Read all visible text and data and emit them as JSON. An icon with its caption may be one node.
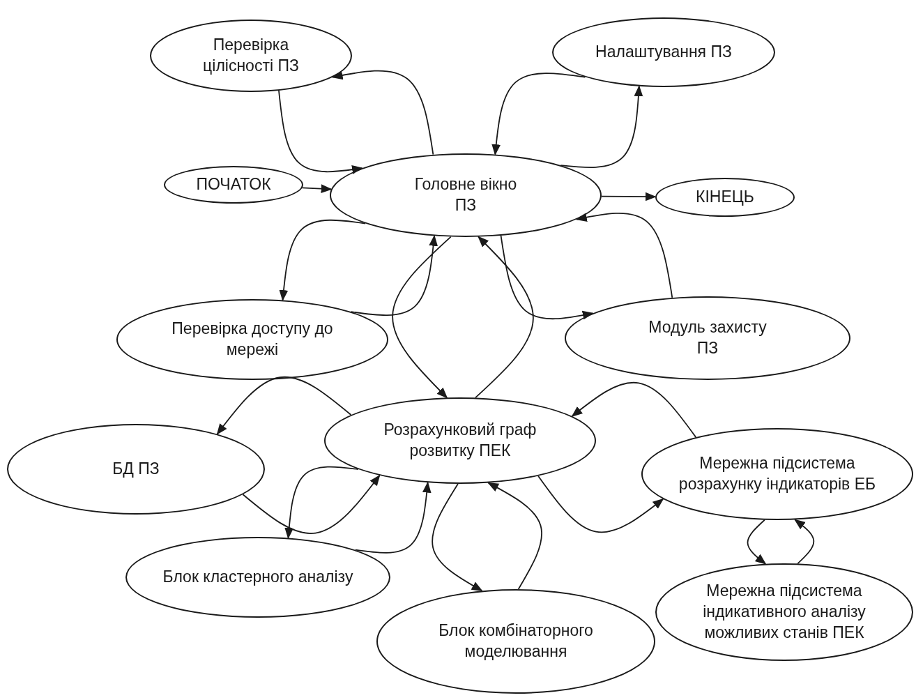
{
  "diagram": {
    "nodes": [
      {
        "text": [
          "Перевірка цілісності ПЗ"
        ]
      },
      {
        "text": [
          "Налаштування ПЗ"
        ]
      },
      {
        "text": [
          "ПОЧАТОК"
        ]
      },
      {
        "text": [
          "Головне вікно ПЗ"
        ]
      },
      {
        "text": [
          "КІНЕЦЬ"
        ]
      },
      {
        "text": [
          "Перевірка доступу до мережі"
        ]
      },
      {
        "text": [
          "Модуль захисту ПЗ"
        ]
      },
      {
        "text": [
          "Розрахунковий граф розвитку ПЕК"
        ]
      },
      {
        "text": [
          "БД ПЗ"
        ]
      },
      {
        "text": [
          "Мережна підсистема розрахунку індикаторів ЕБ"
        ]
      },
      {
        "text": [
          "Блок кластерного аналізу"
        ]
      },
      {
        "text": [
          "Блок комбінаторного моделювання"
        ]
      },
      {
        "text": [
          "Мережна підсистема індикативного аналізу можливих станів ПЕК"
        ]
      }
    ],
    "edges": [
      {
        "from": 3,
        "to": 0,
        "arrow": "to"
      },
      {
        "from": 0,
        "to": 3,
        "arrow": "to"
      },
      {
        "from": 3,
        "to": 1,
        "arrow": "to"
      },
      {
        "from": 1,
        "to": 3,
        "arrow": "to"
      },
      {
        "from": 2,
        "to": 3,
        "arrow": "to"
      },
      {
        "from": 3,
        "to": 4,
        "arrow": "to"
      },
      {
        "from": 3,
        "to": 5,
        "arrow": "to"
      },
      {
        "from": 5,
        "to": 3,
        "arrow": "to"
      },
      {
        "from": 3,
        "to": 6,
        "arrow": "to"
      },
      {
        "from": 6,
        "to": 3,
        "arrow": "to"
      },
      {
        "from": 3,
        "to": 7,
        "arrow": "to"
      },
      {
        "from": 7,
        "to": 3,
        "arrow": "to"
      },
      {
        "from": 7,
        "to": 8,
        "arrow": "to"
      },
      {
        "from": 8,
        "to": 7,
        "arrow": "to"
      },
      {
        "from": 7,
        "to": 10,
        "arrow": "to"
      },
      {
        "from": 10,
        "to": 7,
        "arrow": "to"
      },
      {
        "from": 7,
        "to": 11,
        "arrow": "to"
      },
      {
        "from": 11,
        "to": 7,
        "arrow": "to"
      },
      {
        "from": 7,
        "to": 9,
        "arrow": "to"
      },
      {
        "from": 9,
        "to": 7,
        "arrow": "to"
      },
      {
        "from": 9,
        "to": 12,
        "arrow": "to"
      },
      {
        "from": 12,
        "to": 9,
        "arrow": "to"
      }
    ]
  }
}
